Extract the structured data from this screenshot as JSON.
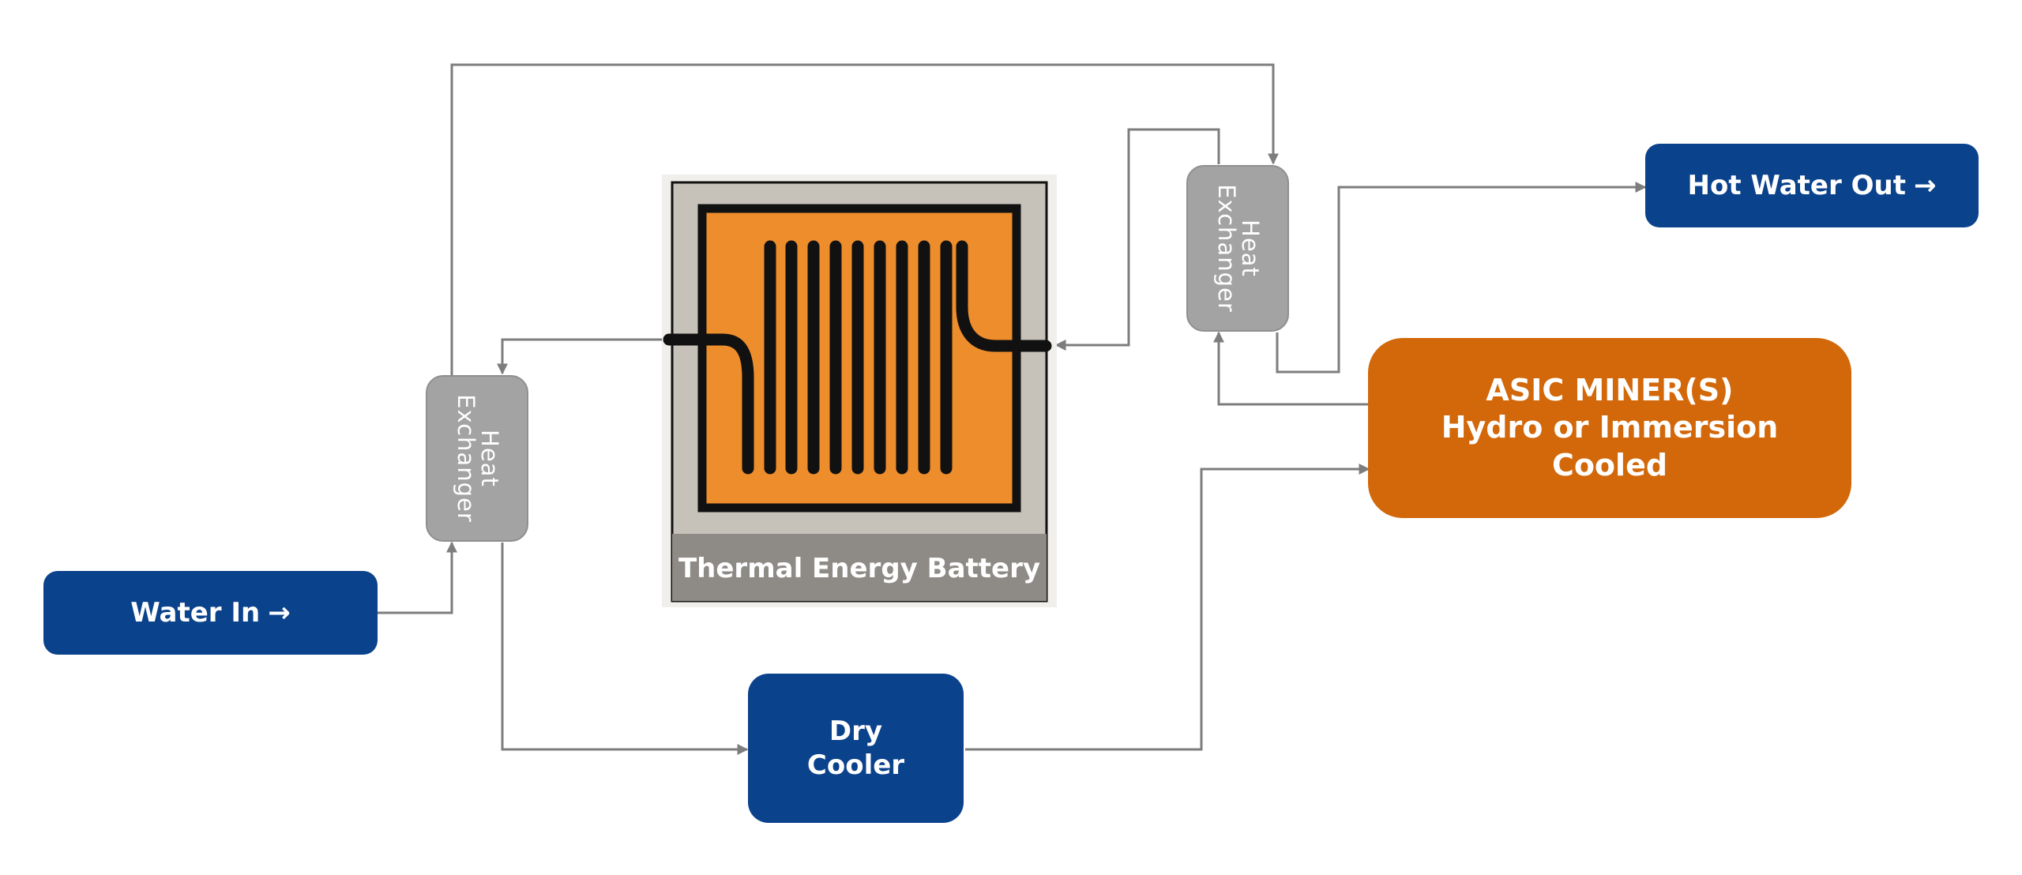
{
  "nodes": {
    "water_in": {
      "label": "Water In",
      "arrow": "→"
    },
    "hot_water_out": {
      "label": "Hot Water Out",
      "arrow": "→"
    },
    "heat_exchanger_left": {
      "label_line1": "Heat",
      "label_line2": "Exchanger"
    },
    "heat_exchanger_right": {
      "label_line1": "Heat",
      "label_line2": "Exchanger"
    },
    "thermal_battery": {
      "label": "Thermal Energy Battery"
    },
    "dry_cooler": {
      "label_line1": "Dry",
      "label_line2": "Cooler"
    },
    "asic_miner": {
      "label_line1": "ASIC MINER(S)",
      "label_line2": "Hydro or Immersion",
      "label_line3": "Cooled"
    }
  },
  "colors": {
    "blue": "#0b428c",
    "orange": "#d2680a",
    "battery_orange": "#ee8d2c",
    "exchanger_gray": "#a3a3a3",
    "line_gray": "#7d7d7d"
  }
}
